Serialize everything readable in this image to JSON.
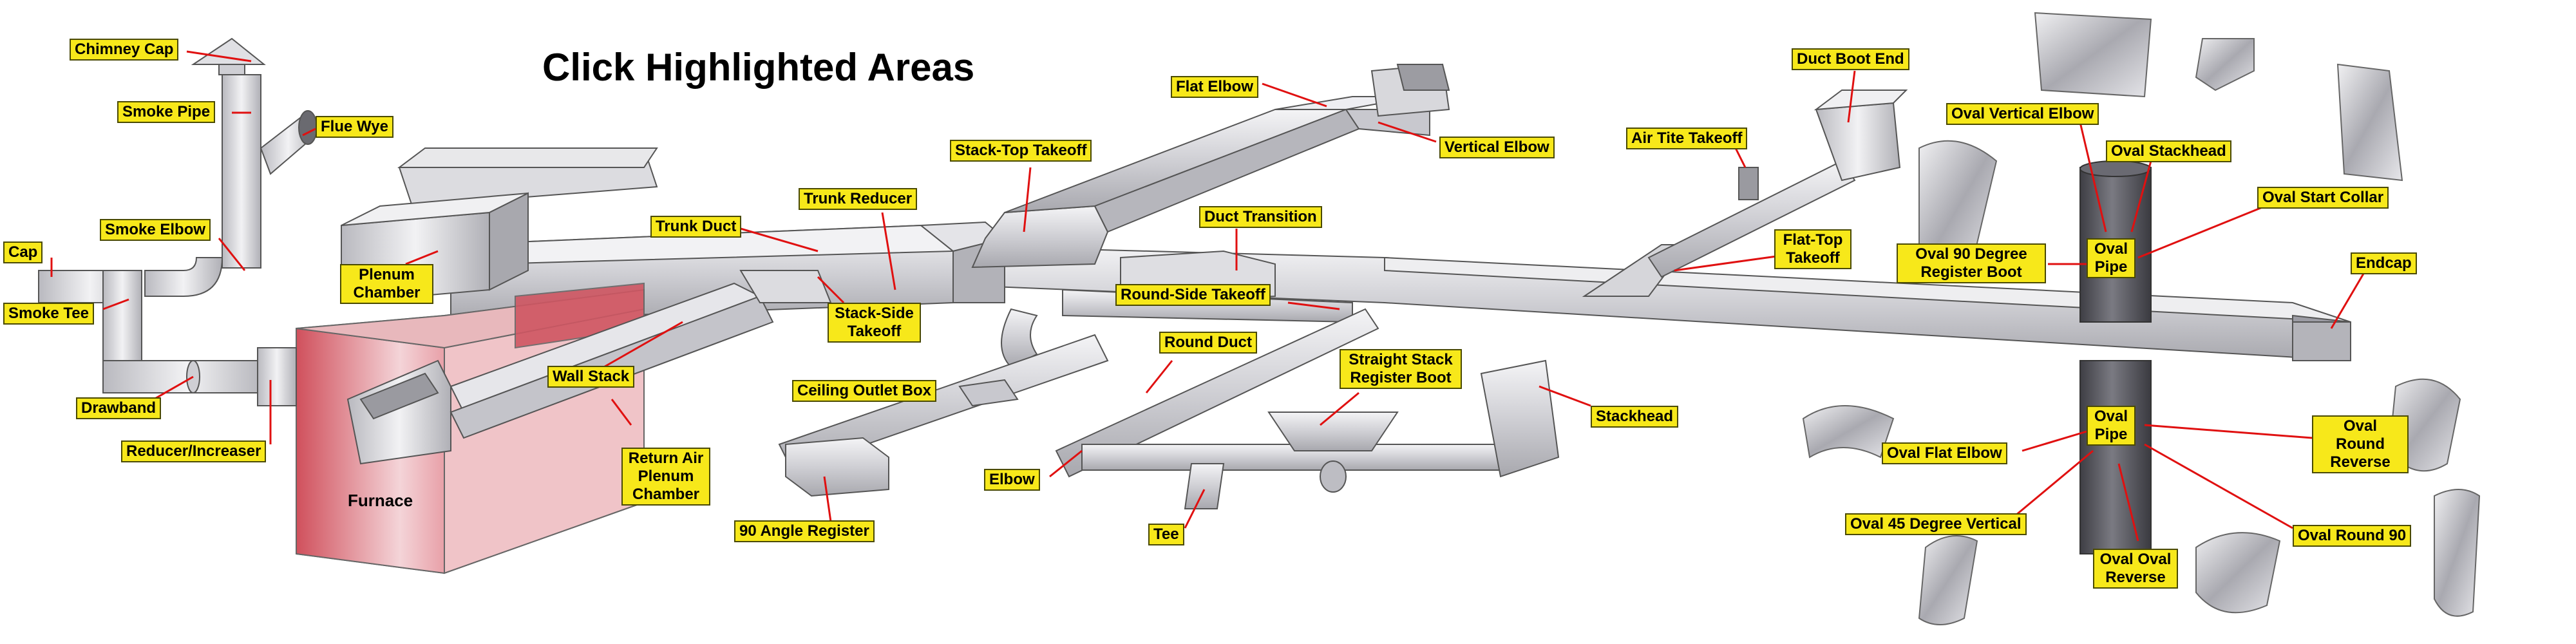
{
  "title": "Click Highlighted Areas",
  "colors": {
    "label_bg": "#f7e81a",
    "leader": "#e01010",
    "furnace": "#d0606a",
    "duct": "#d8d8dc",
    "pipe": "#5a5a60"
  },
  "labels": {
    "chimney_cap": "Chimney Cap",
    "smoke_pipe": "Smoke Pipe",
    "flue_wye": "Flue Wye",
    "smoke_elbow": "Smoke Elbow",
    "cap": "Cap",
    "smoke_tee": "Smoke Tee",
    "drawband": "Drawband",
    "reducer_increaser": "Reducer/Increaser",
    "plenum_chamber": [
      "Plenum",
      "Chamber"
    ],
    "trunk_duct": "Trunk Duct",
    "trunk_reducer": "Trunk Reducer",
    "stack_top_takeoff": "Stack-Top Takeoff",
    "flat_elbow": "Flat Elbow",
    "vertical_elbow": "Vertical Elbow",
    "duct_transition": "Duct Transition",
    "stack_side_takeoff": [
      "Stack-Side",
      "Takeoff"
    ],
    "round_side_takeoff": "Round-Side Takeoff",
    "wall_stack": "Wall Stack",
    "return_air": [
      "Return Air",
      "Plenum",
      "Chamber"
    ],
    "ceiling_outlet_box": "Ceiling Outlet Box",
    "round_duct": "Round Duct",
    "straight_stack": [
      "Straight Stack",
      "Register Boot"
    ],
    "stackhead": "Stackhead",
    "elbow": "Elbow",
    "tee": "Tee",
    "angle_register_90": "90 Angle Register",
    "duct_boot_end": "Duct Boot End",
    "air_tite_takeoff": "Air Tite Takeoff",
    "flat_top_takeoff": [
      "Flat-Top",
      "Takeoff"
    ],
    "oval_vertical_elbow": "Oval Vertical Elbow",
    "oval_stackhead": "Oval Stackhead",
    "oval_start_collar": "Oval Start Collar",
    "oval_90_register_boot": [
      "Oval 90 Degree",
      "Register Boot"
    ],
    "oval_pipe_top": [
      "Oval",
      "Pipe"
    ],
    "endcap": "Endcap",
    "oval_pipe_bottom": [
      "Oval",
      "Pipe"
    ],
    "oval_flat_elbow": "Oval Flat Elbow",
    "oval_round_reverse": [
      "Oval Round",
      "Reverse"
    ],
    "oval_45_vertical": "Oval 45 Degree Vertical",
    "oval_oval_reverse": [
      "Oval Oval",
      "Reverse"
    ],
    "oval_round_90": "Oval Round 90"
  },
  "furnace_text": "Furnace"
}
